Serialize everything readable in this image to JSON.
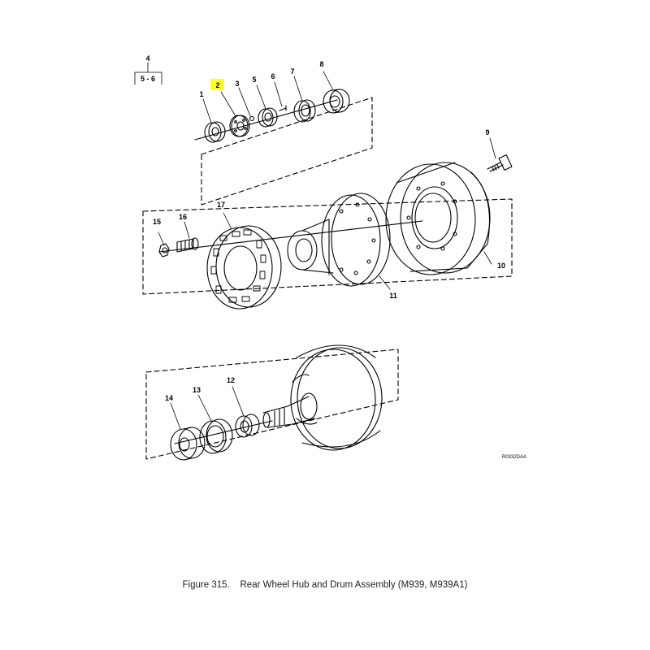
{
  "diagram": {
    "figure_ref": {
      "top": "4",
      "bottom": "5 - 6"
    },
    "highlight_color": "#ffff2a",
    "callouts": [
      "1",
      "2",
      "3",
      "4",
      "5",
      "6",
      "7",
      "8",
      "9",
      "10",
      "11",
      "12",
      "13",
      "14",
      "15",
      "16",
      "17"
    ],
    "highlighted_callout": "2",
    "drawing_id": "R0332DAA"
  },
  "caption": {
    "figure_label": "Figure 315.",
    "title": "Rear Wheel Hub and Drum Assembly (M939, M939A1)"
  }
}
